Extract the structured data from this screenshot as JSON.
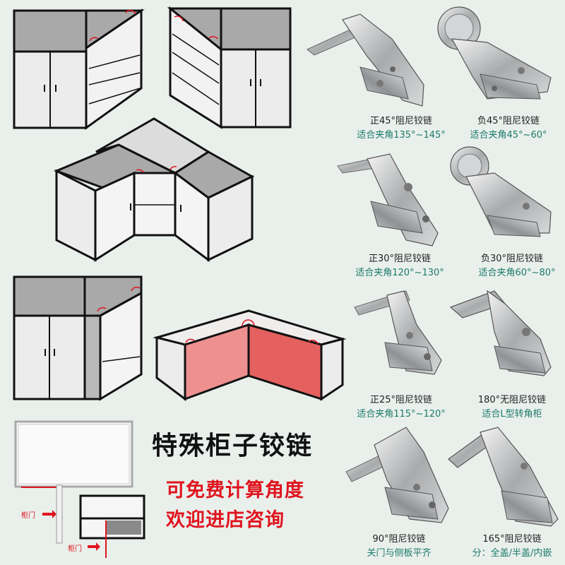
{
  "headline": "特殊柜子铰链",
  "subtitle_line1": "可免费计算角度",
  "subtitle_line2": "欢迎进店咨询",
  "door_label": "柜门",
  "hinges": [
    {
      "name": "正45°阻尼铰链",
      "spec": "适合夹角135°~145°"
    },
    {
      "name": "负45°阻尼铰链",
      "spec": "适合夹角45°~60°"
    },
    {
      "name": "正30°阻尼铰链",
      "spec": "适合夹角120°~130°"
    },
    {
      "name": "负30°阻尼铰链",
      "spec": "适合夹角60°~80°"
    },
    {
      "name": "正25°阻尼铰链",
      "spec": "适合夹角115°~120°"
    },
    {
      "name": "180°无阻尼铰链",
      "spec": "适合L型转角柜"
    },
    {
      "name": "90°阻尼铰链",
      "spec": "关门与侧板平齐"
    },
    {
      "name": "165°阻尼铰链",
      "spec": "分：全盖/半盖/内嵌"
    }
  ],
  "colors": {
    "background": "#e9f0ec",
    "accent_red": "#e0141e",
    "spec_teal": "#1d7a6a",
    "cabinet_top": "#a9a9a9",
    "cabinet_face": "#ececec",
    "panel_red_light": "#ee9090",
    "panel_red_dark": "#e4615f"
  }
}
